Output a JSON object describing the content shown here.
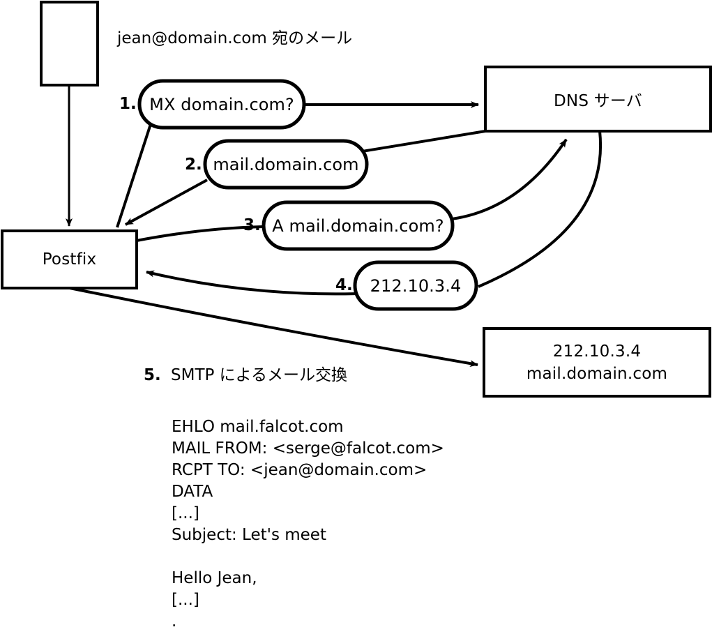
{
  "diagram": {
    "title_note": "jean@domain.com 宛のメール",
    "nodes": [
      {
        "id": "source",
        "label": ""
      },
      {
        "id": "postfix",
        "label": "Postfix"
      },
      {
        "id": "dns",
        "label": "DNS サーバ"
      },
      {
        "id": "mailserver",
        "line1": "212.10.3.4",
        "line2": "mail.domain.com"
      }
    ],
    "steps": [
      {
        "num": "1.",
        "label": "MX domain.com?"
      },
      {
        "num": "2.",
        "label": "mail.domain.com"
      },
      {
        "num": "3.",
        "label": "A mail.domain.com?"
      },
      {
        "num": "4.",
        "label": "212.10.3.4"
      },
      {
        "num": "5.",
        "label": "SMTP によるメール交換"
      }
    ],
    "smtp_transcript": [
      "EHLO mail.falcot.com",
      "MAIL FROM: <serge@falcot.com>",
      "RCPT TO: <jean@domain.com>",
      "DATA",
      "[...]",
      "Subject: Let's meet",
      "",
      "Hello Jean,",
      "[...]",
      "."
    ],
    "colors": {
      "stroke": "#000000",
      "background": "#ffffff",
      "text": "#000000"
    }
  }
}
